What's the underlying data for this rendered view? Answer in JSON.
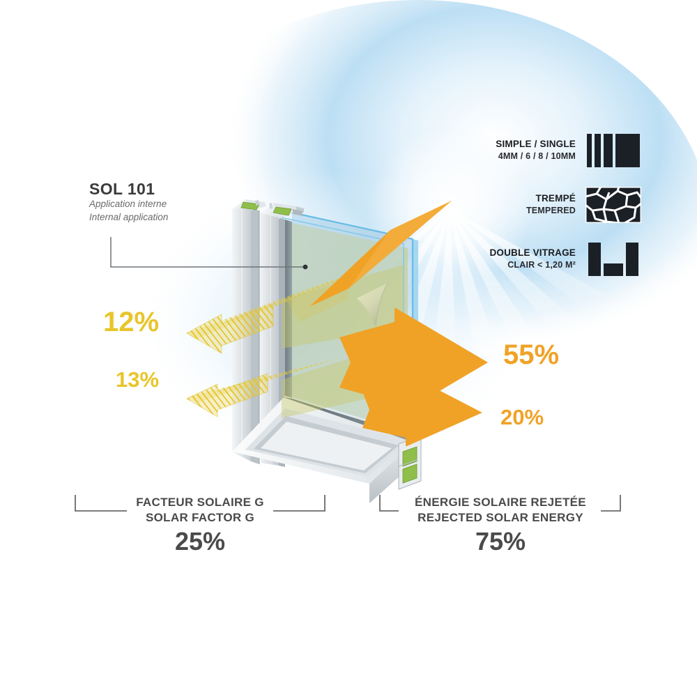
{
  "diagram": {
    "background_color": "#ffffff",
    "sky_color": "#a8d4ef",
    "accent_yellow": "#e8c52a",
    "accent_orange": "#f0a227",
    "text_dark": "#4a4a4a"
  },
  "product_label": {
    "title": "SOL 101",
    "subtitle_fr": "Application interne",
    "subtitle_en": "Internal application"
  },
  "legend": {
    "items": [
      {
        "line1": "SIMPLE / SINGLE",
        "line2": "4MM / 6 / 8 / 10MM",
        "icon": "single-glazing-bars-icon"
      },
      {
        "line1": "TREMPÉ",
        "line2": "TEMPERED",
        "icon": "tempered-shatter-pattern-icon"
      },
      {
        "line1": "DOUBLE VITRAGE",
        "line2": "CLAIR < 1,20 M²",
        "icon": "double-glazing-icon"
      }
    ]
  },
  "callouts": {
    "reflected_upper": {
      "value": "12%",
      "color": "#e8c52a"
    },
    "reflected_lower": {
      "value": "13%",
      "color": "#e8c52a"
    },
    "rejected_upper": {
      "value": "55%",
      "color": "#f0a227"
    },
    "rejected_lower": {
      "value": "20%",
      "color": "#f0a227"
    }
  },
  "summary": {
    "left": {
      "line1": "FACTEUR SOLAIRE G",
      "line2": "SOLAR FACTOR G",
      "value": "25%"
    },
    "right": {
      "line1": "ÉNERGIE SOLAIRE REJETÉE",
      "line2": "REJECTED SOLAR ENERGY",
      "value": "75%"
    }
  },
  "chart_data": {
    "type": "diagram",
    "title": "Solar performance of SOL 101 window film",
    "segments": [
      {
        "label": "12%",
        "group": "Solar factor G",
        "color": "#e8c52a",
        "direction": "reflected-inward",
        "value": 12
      },
      {
        "label": "13%",
        "group": "Solar factor G",
        "color": "#e8c52a",
        "direction": "reflected-inward",
        "value": 13
      },
      {
        "label": "55%",
        "group": "Rejected solar energy",
        "color": "#f0a227",
        "direction": "rejected-outward",
        "value": 55
      },
      {
        "label": "20%",
        "group": "Rejected solar energy",
        "color": "#f0a227",
        "direction": "rejected-outward",
        "value": 20
      }
    ],
    "totals": [
      {
        "label": "FACTEUR SOLAIRE G / SOLAR FACTOR G",
        "value": 25
      },
      {
        "label": "ÉNERGIE SOLAIRE REJETÉE / REJECTED SOLAR ENERGY",
        "value": 75
      }
    ]
  }
}
